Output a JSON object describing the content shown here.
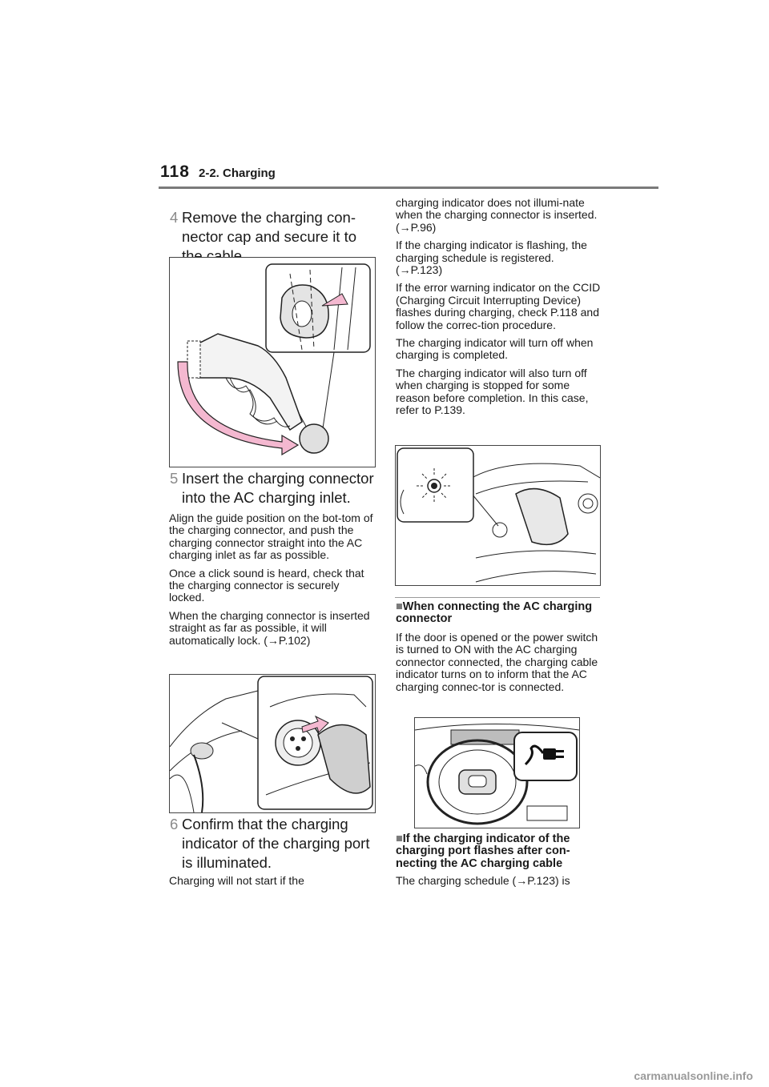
{
  "header": {
    "page_number": "118",
    "section": "2-2. Charging"
  },
  "left_column": {
    "step4": {
      "number": "4",
      "text": "Remove the charging con-nector cap and secure it to the cable."
    },
    "step5": {
      "number": "5",
      "text": "Insert the charging connector into the AC charging inlet."
    },
    "step5_paragraphs": [
      "Align the guide position on the bot-tom of the charging connector, and push the charging connector straight into the AC charging inlet as far as possible.",
      "Once a click sound is heard, check that the charging connector is securely locked.",
      "When the charging connector is inserted straight as far as possible, it will automatically lock. (→P.102)"
    ],
    "step6": {
      "number": "6",
      "text": "Confirm that the charging indicator of the charging port is illuminated."
    },
    "step6_paragraph": "Charging will not start if the"
  },
  "right_column": {
    "paragraphs": [
      "charging indicator does not illumi-nate when the charging connector is inserted. (→P.96)",
      "If the charging indicator is flashing, the charging schedule is registered. (→P.123)",
      "If the error warning indicator on the CCID (Charging Circuit Interrupting Device) flashes during charging, check P.118 and follow the correc-tion procedure.",
      "The charging indicator will turn off when charging is completed.",
      "The charging indicator will also turn off when charging is stopped for some reason before completion. In this case, refer to P.139."
    ],
    "section1": {
      "marker": "■",
      "heading": "When connecting the AC charging connector",
      "text": "If the door is opened or the power switch is turned to ON with the AC charging connector connected, the charging cable indicator turns on to inform that the AC charging connec-tor is connected."
    },
    "section2": {
      "marker": "■",
      "heading": "If the charging indicator of the charging port flashes after con-necting the AC charging cable",
      "text": "The charging schedule (→P.123) is"
    }
  },
  "figures": {
    "fig1_icon": "connector-cap-illustration",
    "fig2_icon": "charging-inlet-illustration",
    "fig3_icon": "charging-port-indicator-illustration",
    "fig4_icon": "dashboard-plug-indicator-illustration"
  },
  "watermark": "carmanualsonline.info"
}
